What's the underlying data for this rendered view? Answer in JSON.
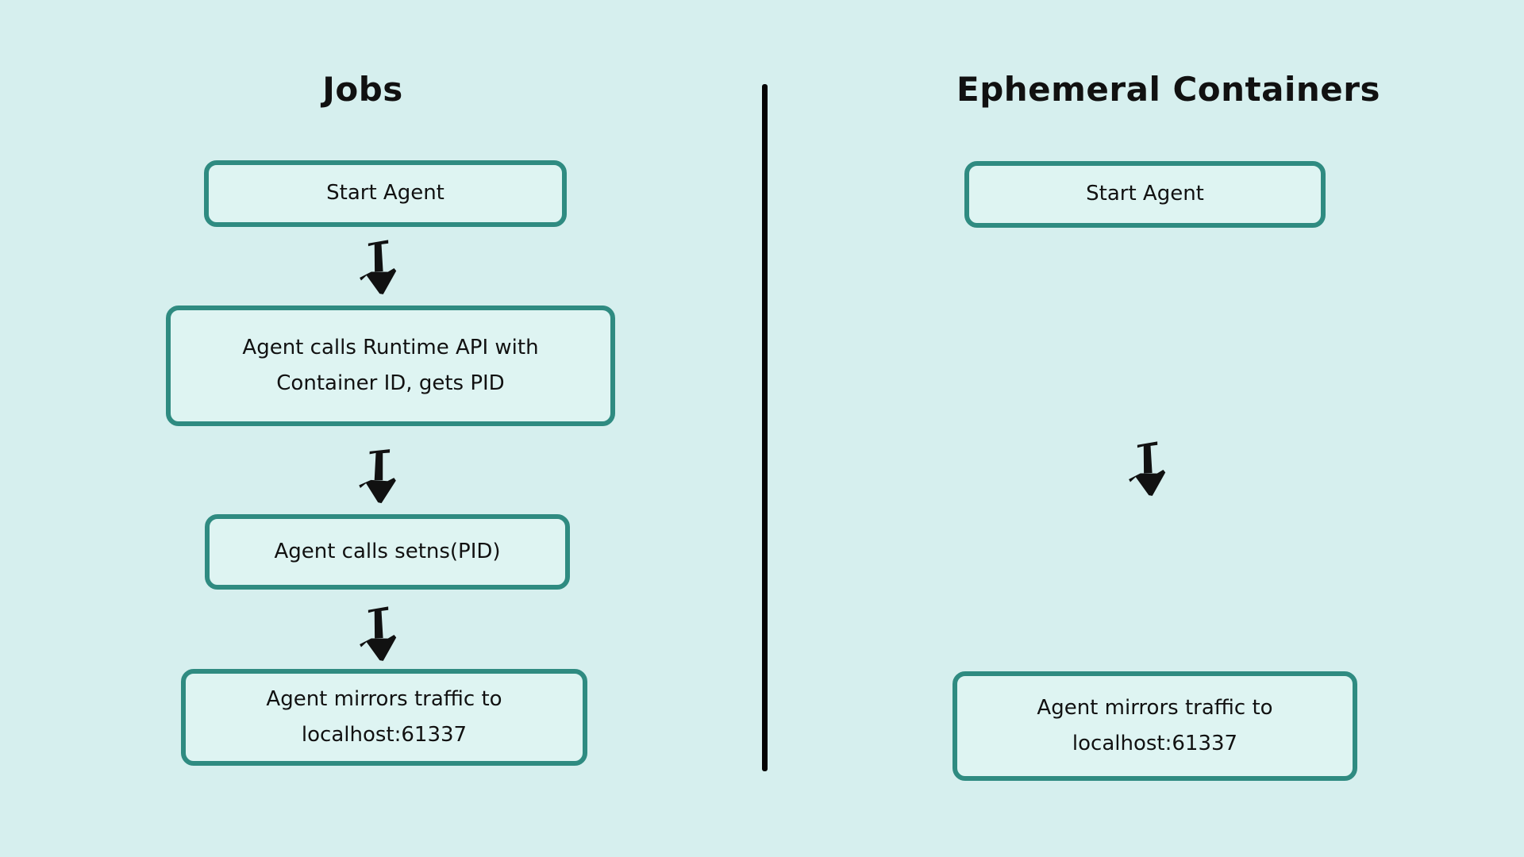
{
  "colors": {
    "background": "#d6efee",
    "box_fill": "#def4f2",
    "box_border": "#2f8b81",
    "divider": "#050505",
    "ink": "#111111"
  },
  "icons": {
    "flow_arrow": "arrow-down"
  },
  "columns": {
    "left": {
      "title": "Jobs",
      "boxes": [
        {
          "lines": [
            "Start Agent"
          ]
        },
        {
          "lines": [
            "Agent calls Runtime API with",
            "Container ID, gets PID"
          ]
        },
        {
          "lines": [
            "Agent calls setns(PID)"
          ]
        },
        {
          "lines": [
            "Agent mirrors traffic to",
            "localhost:61337"
          ]
        }
      ]
    },
    "right": {
      "title": "Ephemeral Containers",
      "boxes": [
        {
          "lines": [
            "Start Agent"
          ]
        },
        {
          "lines": [
            "Agent mirrors traffic to",
            "localhost:61337"
          ]
        }
      ]
    }
  }
}
